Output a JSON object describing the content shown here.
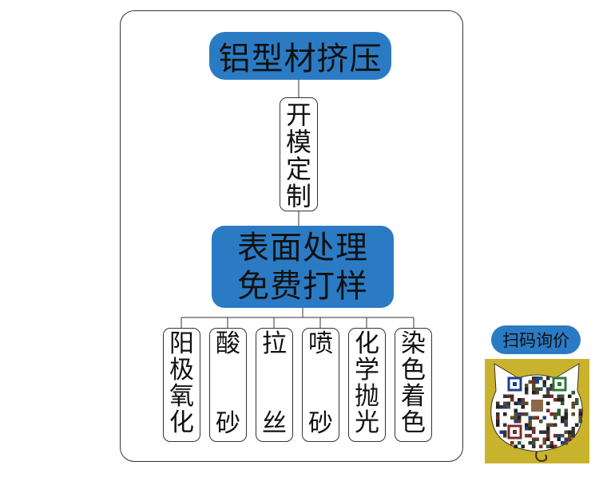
{
  "colors": {
    "accent": "#2b7bc4",
    "qr_background": "#c9b32c",
    "border": "#333333"
  },
  "top_title": "铝型材挤压",
  "mold_step": [
    "开",
    "模",
    "定",
    "制"
  ],
  "surface": {
    "line1": "表面处理",
    "line2": "免费打样"
  },
  "treatments": [
    {
      "chars": [
        "阳",
        "极",
        "氧",
        "化"
      ]
    },
    {
      "chars": [
        "酸",
        "砂"
      ]
    },
    {
      "chars": [
        "拉",
        "丝"
      ]
    },
    {
      "chars": [
        "喷",
        "砂"
      ]
    },
    {
      "chars": [
        "化",
        "学",
        "抛",
        "光"
      ]
    },
    {
      "chars": [
        "染",
        "色",
        "着",
        "色"
      ]
    }
  ],
  "qr": {
    "label": "扫码询价",
    "icon": "cat-qr-code-icon"
  }
}
